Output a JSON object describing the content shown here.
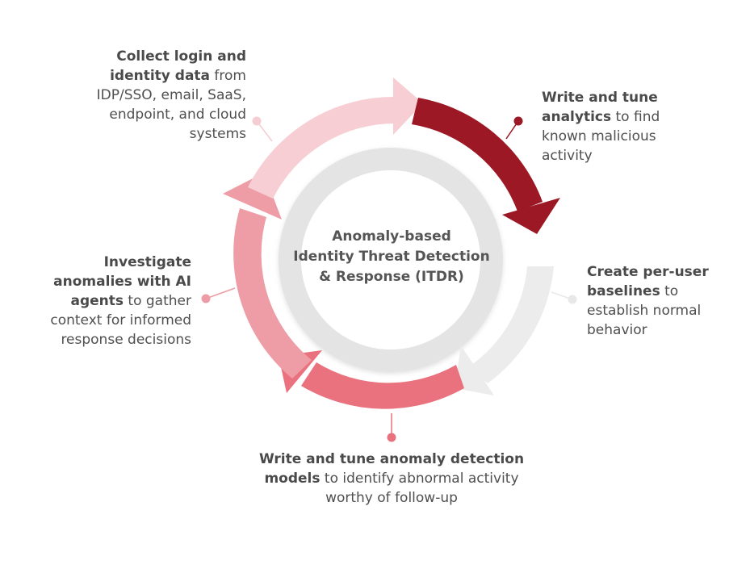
{
  "center": {
    "line1": "Anomaly-based",
    "line2": "Identity Threat Detection",
    "line3": "& Response (ITDR)"
  },
  "steps": [
    {
      "bold": "Collect login and identity data",
      "text": " from IDP/SSO, email, SaaS, endpoint, and cloud systems",
      "color": "#f5cdd3"
    },
    {
      "bold": "Write and tune analytics",
      "text": " to find known malicious activity",
      "color": "#9b1824"
    },
    {
      "bold": "Create per-user baselines",
      "text": " to establish normal behavior",
      "color": "#ebebeb"
    },
    {
      "bold": "Write and tune anomaly detection models",
      "text": " to identify abnormal activity worthy of follow-up",
      "color": "#e8737f"
    },
    {
      "bold": "Investigate anomalies with AI agents",
      "text": " to gather context for informed response decisions",
      "color": "#ed9ba4"
    }
  ],
  "colors": {
    "inner_ring": "#e4e4e4",
    "text": "#4a4a4a"
  }
}
